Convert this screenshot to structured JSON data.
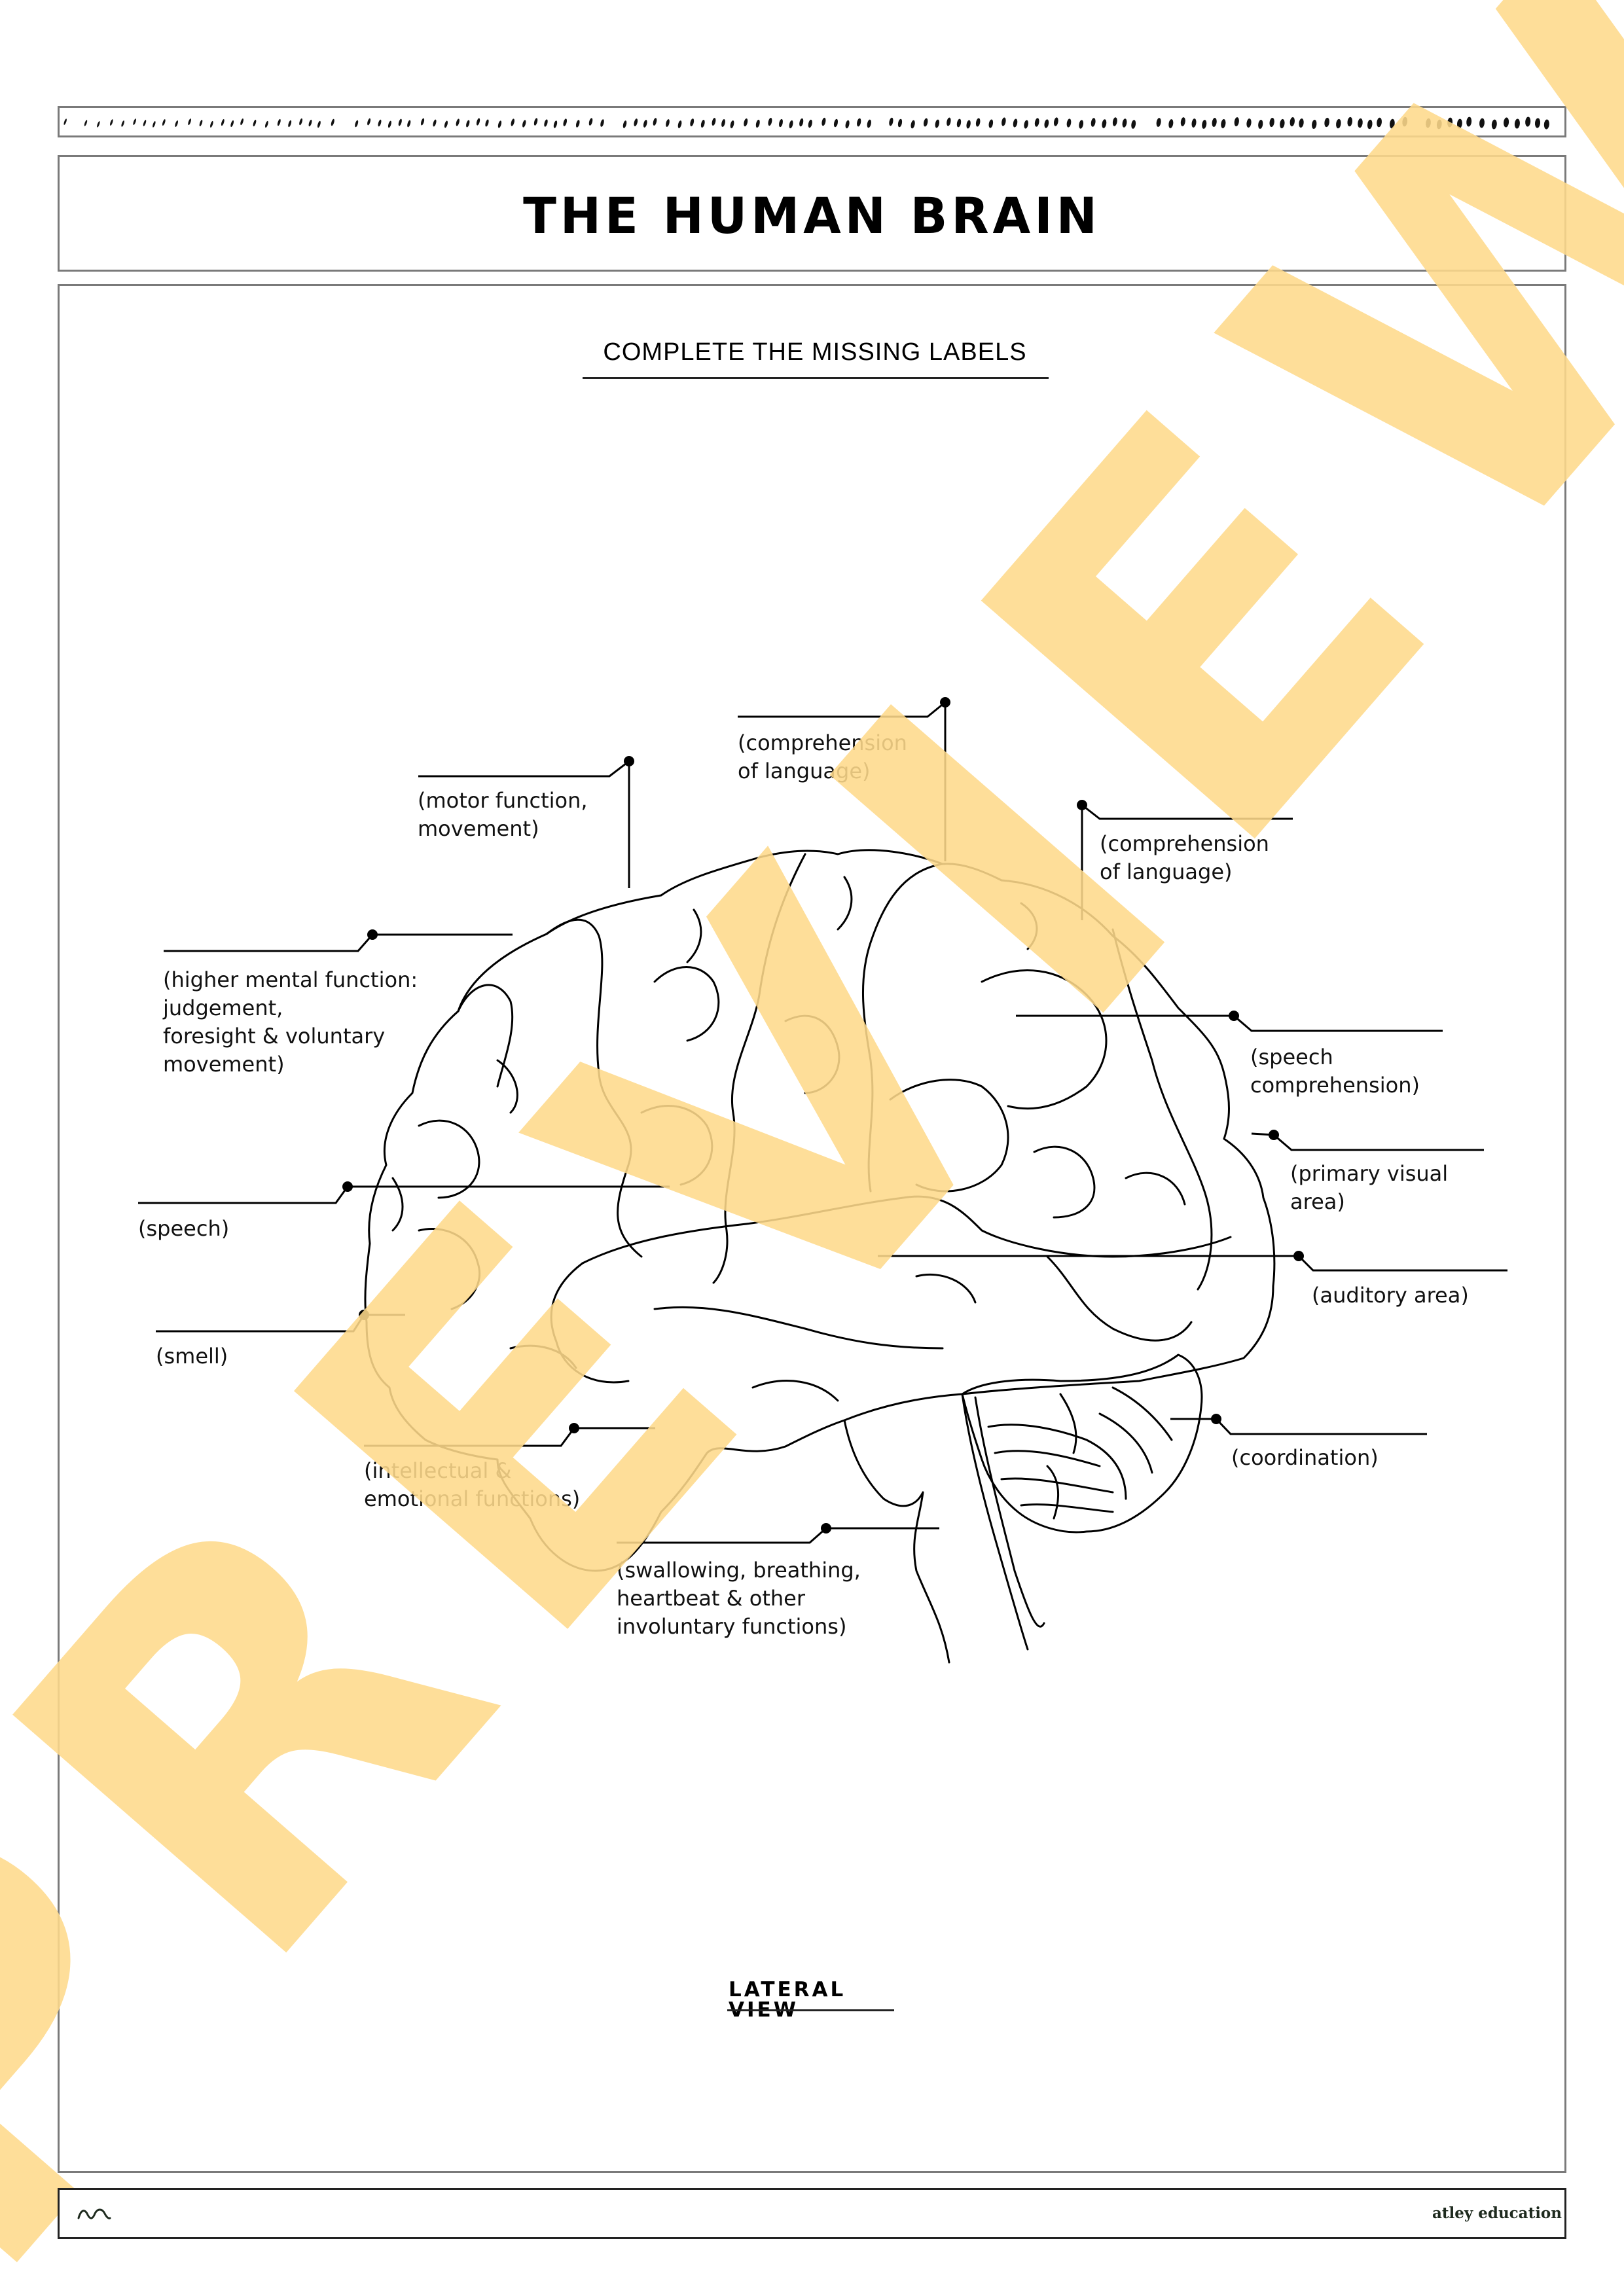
{
  "page": {
    "title": "THE HUMAN BRAIN",
    "subtitle": "COMPLETE THE MISSING LABELS",
    "view_caption": "LATERAL VIEW",
    "watermark": "PREVIEW",
    "colors": {
      "watermark": "#FED98B",
      "line": "#000000",
      "border": "#7a7a7a",
      "brand": "#1e2a1e"
    }
  },
  "labels": [
    {
      "id": "motor",
      "hint": "(motor function,\nmovement)",
      "answer_blank": ""
    },
    {
      "id": "comprehension-1",
      "hint": "(comprehension\nof language)",
      "answer_blank": ""
    },
    {
      "id": "comprehension-2",
      "hint": "(comprehension\nof language)",
      "answer_blank": ""
    },
    {
      "id": "higher-mental",
      "hint": "(higher mental function:\njudgement,\nforesight & voluntary\nmovement)",
      "answer_blank": ""
    },
    {
      "id": "speech-comprehension",
      "hint": "(speech\ncomprehension)",
      "answer_blank": ""
    },
    {
      "id": "primary-visual",
      "hint": "(primary visual\narea)",
      "answer_blank": ""
    },
    {
      "id": "speech",
      "hint": "(speech)",
      "answer_blank": ""
    },
    {
      "id": "auditory",
      "hint": "(auditory area)",
      "answer_blank": ""
    },
    {
      "id": "smell",
      "hint": "(smell)",
      "answer_blank": ""
    },
    {
      "id": "coordination",
      "hint": "(coordination)",
      "answer_blank": ""
    },
    {
      "id": "intellectual",
      "hint": "(intellectual &\nemotional functions)",
      "answer_blank": ""
    },
    {
      "id": "involuntary",
      "hint": "(swallowing, breathing,\nheartbeat & other\ninvoluntary functions)",
      "answer_blank": ""
    }
  ],
  "footer": {
    "logo_icon": "wave-icon",
    "brand": "atley education"
  },
  "decor": {
    "top_strip_icon": "brush-stroke-pattern"
  }
}
